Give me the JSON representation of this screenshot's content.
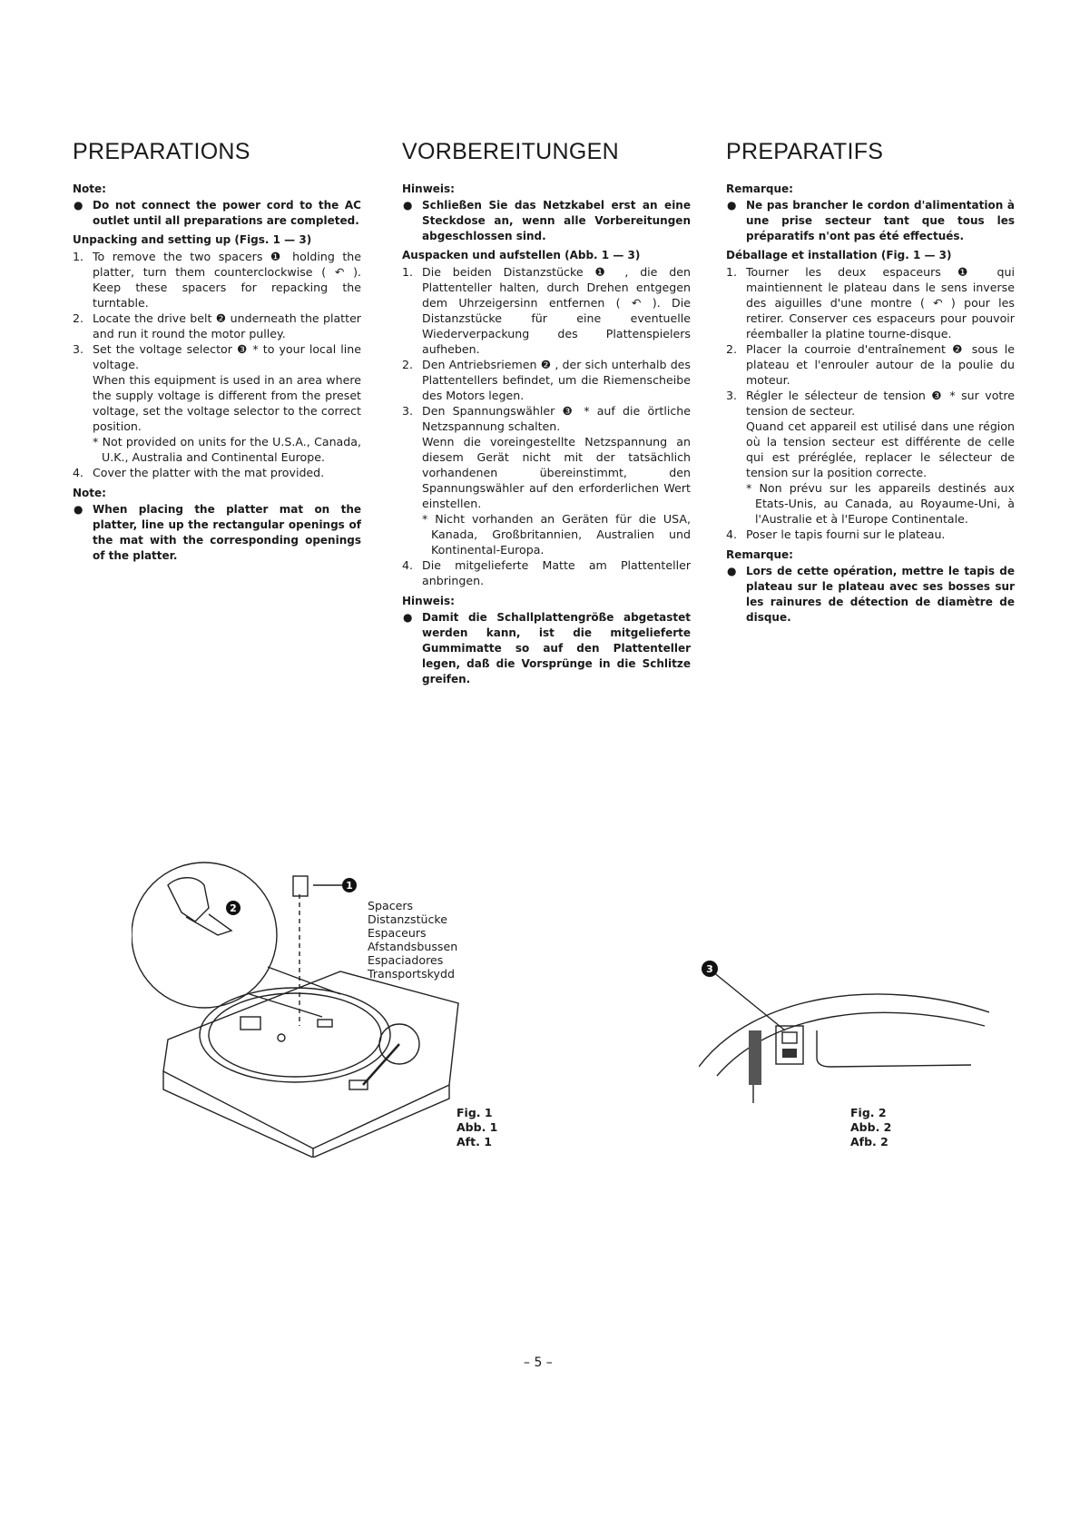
{
  "columns": [
    {
      "title": "PREPARATIONS",
      "note_label": "Note:",
      "note": "Do not connect the power cord to the AC outlet until all preparations are completed.",
      "section": "Unpacking and setting up (Figs. 1 — 3)",
      "steps": [
        {
          "num": "1.",
          "text": "To remove the two spacers ❶ holding the platter, turn them counterclockwise ( ↶ ). Keep these spacers for repacking the turntable."
        },
        {
          "num": "2.",
          "text": "Locate the drive belt ❷ underneath the platter and run it round the motor pulley."
        },
        {
          "num": "3.",
          "text": "Set the voltage selector ❸ * to your local line voltage.",
          "extra": "When this equipment is used in an area where the supply voltage is different from the preset voltage, set the voltage selector to the correct position.",
          "footnote": "* Not provided on units for the U.S.A., Canada, U.K., Australia and Continental Europe."
        },
        {
          "num": "4.",
          "text": "Cover the platter with the mat provided."
        }
      ],
      "note2_label": "Note:",
      "note2": "When placing the platter mat on the platter, line up the rectangular openings of the mat with the corresponding openings of the platter."
    },
    {
      "title": "VORBEREITUNGEN",
      "note_label": "Hinweis:",
      "note": "Schließen Sie das Netzkabel erst an eine Steckdose an, wenn alle Vorbereitungen abgeschlossen sind.",
      "section": "Auspacken und aufstellen (Abb. 1 — 3)",
      "steps": [
        {
          "num": "1.",
          "text": "Die beiden Distanzstücke ❶ , die den Plattenteller halten, durch Drehen entgegen dem Uhrzeigersinn entfernen ( ↶ ). Die Distanzstücke für eine eventuelle Wiederverpackung des Plattenspielers aufheben."
        },
        {
          "num": "2.",
          "text": "Den Antriebsriemen ❷ , der sich unterhalb des Plattentellers befindet, um die Riemenscheibe des Motors legen."
        },
        {
          "num": "3.",
          "text": "Den Spannungswähler ❸ * auf die örtliche Netzspannung schalten.",
          "extra": "Wenn die voreingestellte Netzspannung an diesem Gerät nicht mit der tatsächlich vorhandenen übereinstimmt, den Spannungswähler auf den erforderlichen Wert einstellen.",
          "footnote": "* Nicht vorhanden an Geräten für die USA, Kanada, Großbritannien, Australien und Kontinental-Europa."
        },
        {
          "num": "4.",
          "text": "Die mitgelieferte Matte am Plattenteller anbringen."
        }
      ],
      "note2_label": "Hinweis:",
      "note2": "Damit die Schallplattengröße abgetastet werden kann, ist die mitgelieferte Gummimatte so auf den Plattenteller legen, daß die Vorsprünge in die Schlitze greifen."
    },
    {
      "title": "PREPARATIFS",
      "note_label": "Remarque:",
      "note": "Ne pas brancher le cordon d'alimentation à une prise secteur tant que tous les préparatifs n'ont pas été effectués.",
      "section": "Déballage et installation (Fig. 1 — 3)",
      "steps": [
        {
          "num": "1.",
          "text": "Tourner les deux espaceurs ❶ qui maintiennent le plateau dans le sens inverse des aiguilles d'une montre ( ↶ ) pour les retirer. Conserver ces espaceurs pour pouvoir réemballer la platine tourne-disque."
        },
        {
          "num": "2.",
          "text": "Placer la courroie d'entraînement ❷ sous le plateau et l'enrouler autour de la poulie du moteur."
        },
        {
          "num": "3.",
          "text": "Régler le sélecteur de tension ❸ * sur votre tension de secteur.",
          "extra": "Quand cet appareil est utilisé dans une région où la tension secteur est différente de celle qui est préréglée, replacer le sélecteur de tension sur la position correcte.",
          "footnote": "* Non prévu sur les appareils destinés aux Etats-Unis, au Canada, au Royaume-Uni, à l'Australie et à l'Europe Continentale."
        },
        {
          "num": "4.",
          "text": "Poser le tapis fourni sur le plateau."
        }
      ],
      "note2_label": "Remarque:",
      "note2": "Lors de cette opération, mettre le tapis de plateau sur le plateau avec ses bosses sur les rainures de détection de diamètre de disque."
    }
  ],
  "figure1": {
    "callout_1": "1",
    "callout_2": "2",
    "spacer_labels": [
      "Spacers",
      "Distanzstücke",
      "Espaceurs",
      "Afstandsbussen",
      "Espaciadores",
      "Transportskydd"
    ],
    "caption": [
      "Fig. 1",
      "Abb. 1",
      "Aft. 1"
    ]
  },
  "figure2": {
    "callout_3": "3",
    "caption": [
      "Fig. 2",
      "Abb. 2",
      "Afb. 2"
    ]
  },
  "bullet_symbol": "●",
  "page_number": "– 5 –"
}
